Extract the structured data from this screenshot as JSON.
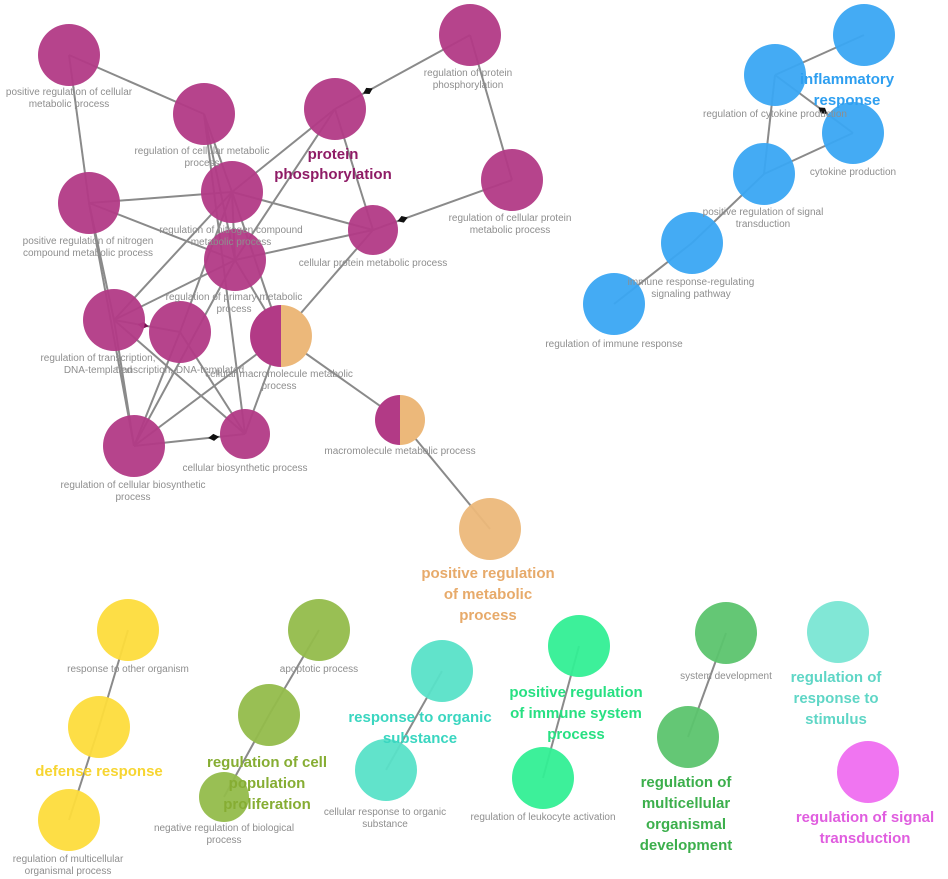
{
  "colors": {
    "purple": "#b23a86",
    "purple_dark": "#8f1c66",
    "peach": "#ecb87a",
    "blue": "#3aa7f3",
    "yellow": "#fddc3c",
    "olive": "#93bc4b",
    "teal": "#58e1c8",
    "green": "#33ef95",
    "darkgreen": "#5cc46e",
    "mint": "#7ae6d4",
    "pink": "#ef6ef0",
    "edge": "#8a8a8a"
  },
  "nodes": [
    {
      "id": "pos-reg-cell-met",
      "label": "positive regulation of cellular metabolic process",
      "lines": [
        "positive regulation of cellular",
        "metabolic process"
      ]
    },
    {
      "id": "reg-cell-met",
      "label": "regulation of cellular metabolic process",
      "lines": [
        "regulation of cellular metabolic",
        "process"
      ]
    },
    {
      "id": "reg-prot-phos",
      "label": "regulation of protein phosphorylation",
      "lines": [
        "regulation of protein",
        "phosphorylation"
      ]
    },
    {
      "id": "prot-phos",
      "label": "protein phosphorylation",
      "lines": [
        "protein",
        "phosphorylation"
      ]
    },
    {
      "id": "reg-cell-prot-met",
      "label": "regulation of cellular protein metabolic process",
      "lines": [
        "regulation of cellular protein",
        "metabolic process"
      ]
    },
    {
      "id": "pos-reg-nitrogen",
      "label": "positive regulation of nitrogen compound metabolic process",
      "lines": [
        "positive regulation of nitrogen",
        "compound metabolic process"
      ]
    },
    {
      "id": "reg-nitrogen",
      "label": "regulation of nitrogen compound metabolic process",
      "lines": [
        "regulation of nitrogen compound",
        "metabolic process"
      ]
    },
    {
      "id": "cell-prot-met",
      "label": "cellular protein metabolic process",
      "lines": [
        "cellular protein metabolic process"
      ]
    },
    {
      "id": "reg-primary-met",
      "label": "regulation of primary metabolic process",
      "lines": [
        "regulation of primary metabolic",
        "process"
      ]
    },
    {
      "id": "reg-transcription",
      "label": "regulation of transcription, DNA-templated",
      "lines": [
        "regulation of transcription,",
        "DNA-templated"
      ]
    },
    {
      "id": "transcription",
      "label": "transcription, DNA-templated",
      "lines": [
        "transcription, DNA-templated"
      ]
    },
    {
      "id": "cell-macro-met",
      "label": "cellular macromolecule metabolic process",
      "lines": [
        "cellular macromolecule metabolic",
        "process"
      ]
    },
    {
      "id": "macro-met",
      "label": "macromolecule metabolic process",
      "lines": [
        "macromolecule metabolic process"
      ]
    },
    {
      "id": "reg-cell-biosyn",
      "label": "regulation of cellular biosynthetic process",
      "lines": [
        "regulation of cellular biosynthetic",
        "process"
      ]
    },
    {
      "id": "cell-biosyn",
      "label": "cellular biosynthetic process",
      "lines": [
        "cellular biosynthetic process"
      ]
    },
    {
      "id": "pos-reg-met",
      "label": "positive regulation of metabolic process",
      "lines": [
        "positive regulation",
        "of metabolic",
        "process"
      ]
    },
    {
      "id": "inflammatory",
      "label": "inflammatory response",
      "lines": [
        "inflammatory",
        "response"
      ]
    },
    {
      "id": "reg-cytokine",
      "label": "regulation of cytokine production",
      "lines": [
        "regulation of cytokine production"
      ]
    },
    {
      "id": "cytokine",
      "label": "cytokine production",
      "lines": [
        "cytokine production"
      ]
    },
    {
      "id": "pos-reg-signal",
      "label": "positive regulation of signal transduction",
      "lines": [
        "positive regulation of signal",
        "transduction"
      ]
    },
    {
      "id": "immune-reg-sig",
      "label": "immune response-regulating signaling pathway",
      "lines": [
        "immune response-regulating",
        "signaling pathway"
      ]
    },
    {
      "id": "reg-immune",
      "label": "regulation of immune response",
      "lines": [
        "regulation of immune response"
      ]
    },
    {
      "id": "resp-other-org",
      "label": "response to other organism",
      "lines": [
        "response to other organism"
      ]
    },
    {
      "id": "defense",
      "label": "defense response",
      "lines": [
        "defense response"
      ]
    },
    {
      "id": "reg-multicell-org-proc",
      "label": "regulation of multicellular organismal process",
      "lines": [
        "regulation of multicellular",
        "organismal process"
      ]
    },
    {
      "id": "apoptotic",
      "label": "apoptotic process",
      "lines": [
        "apoptotic process"
      ]
    },
    {
      "id": "reg-cell-pop-prolif",
      "label": "regulation of cell population proliferation",
      "lines": [
        "regulation of cell",
        "population",
        "proliferation"
      ]
    },
    {
      "id": "neg-reg-bio-proc",
      "label": "negative regulation of biological process",
      "lines": [
        "negative regulation of biological",
        "process"
      ]
    },
    {
      "id": "resp-organic",
      "label": "response to organic substance",
      "lines": [
        "response to organic",
        "substance"
      ]
    },
    {
      "id": "cell-resp-organic",
      "label": "cellular response to organic substance",
      "lines": [
        "cellular response to organic",
        "substance"
      ]
    },
    {
      "id": "pos-reg-immune-sys",
      "label": "positive regulation of immune system process",
      "lines": [
        "positive regulation",
        "of immune system",
        "process"
      ]
    },
    {
      "id": "reg-leukocyte",
      "label": "regulation of leukocyte activation",
      "lines": [
        "regulation of leukocyte activation"
      ]
    },
    {
      "id": "system-dev",
      "label": "system development",
      "lines": [
        "system development"
      ]
    },
    {
      "id": "reg-multicell-dev",
      "label": "regulation of multicellular organismal development",
      "lines": [
        "regulation of",
        "multicellular",
        "organismal",
        "development"
      ]
    },
    {
      "id": "reg-resp-stimulus",
      "label": "regulation of response to stimulus",
      "lines": [
        "regulation of",
        "response to",
        "stimulus"
      ]
    },
    {
      "id": "reg-signal-trans",
      "label": "regulation of signal transduction",
      "lines": [
        "regulation of signal",
        "transduction"
      ]
    }
  ]
}
